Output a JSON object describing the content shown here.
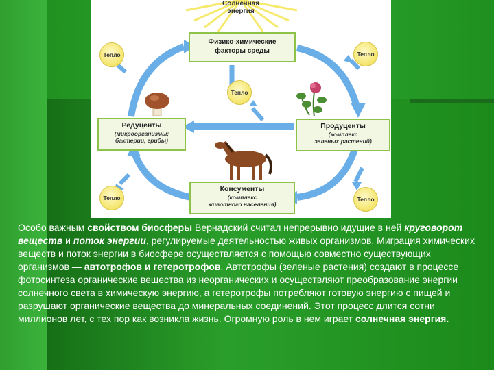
{
  "diagram": {
    "sun_label_line1": "Солнечная",
    "sun_label_line2": "энергия",
    "top_box": {
      "line1": "Физико-химические",
      "line2": "факторы среды"
    },
    "producers": {
      "title": "Продуценты",
      "sub1": "(комплекс",
      "sub2": "зеленых растений)"
    },
    "reducers": {
      "title": "Редуценты",
      "sub1": "(микроорганизмы;",
      "sub2": "бактерии, грибы)"
    },
    "consumers": {
      "title": "Консументы",
      "sub1": "(комплекс",
      "sub2": "животного населения)"
    },
    "heat_label": "Тепло",
    "arrow_color": "#6aaee8",
    "box_border_color": "#8ec34a"
  },
  "text": {
    "p1": "Особо важным ",
    "b1": "свойством биосферы",
    "p2": " Вернадский считал непрерывно идущие в ней ",
    "bi1": "круговорот веществ",
    "p3": " и ",
    "bi2": "поток энергии",
    "p4": ", регулируемые деятельностью живых организмов. Миграция химических веществ и поток энергии в биосфере осуществляется с помощью совместно существующих организмов — ",
    "b2": "автотрофов и гетеротрофов",
    "p5": ". Автотрофы (зеленые растения) создают в процессе фотосинтеза органические вещества из неорганических и осуществляют преобразование энергии солнечного света в химическую энергию, а гетеротрофы потребляют готовую энергию с пищей и разрушают органические вещества до минеральных соединений. Этот процесс длится сотни миллионов лет, с тех пор как возникла жизнь. Огромную роль в нем играет ",
    "b3": "солнечная энергия."
  }
}
